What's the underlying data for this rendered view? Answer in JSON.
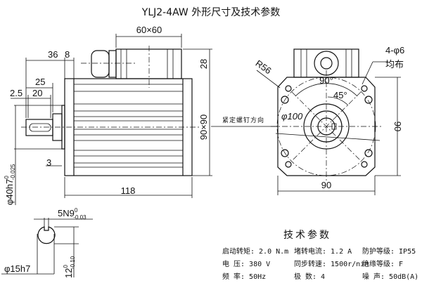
{
  "title": "YLJ2-4AW 外形尺寸及技术参数",
  "side_view": {
    "dim_box": "60×60",
    "dim_36": "36",
    "dim_8": "8",
    "dim_25": "25",
    "dim_20": "20",
    "dim_2_5": "2.5",
    "dim_28": "28",
    "dim_90x90": "90×90",
    "dim_118": "118",
    "dim_3": "3",
    "dim_shaft": "φ40h7",
    "dim_shaft_tol_upper": "0",
    "dim_shaft_tol_lower": "-0.025"
  },
  "front_view": {
    "dim_r56": "R56",
    "dim_holes": "4-φ6",
    "dim_holes_note": "均布",
    "dim_90deg": "90°",
    "dim_45deg": "45°",
    "dim_phi100": "φ100",
    "screw_direction_label": "紧定螺钉方向",
    "dim_90_v": "90",
    "dim_90_h": "90"
  },
  "key_section": {
    "dim_key": "5N9",
    "dim_key_tol_upper": "0",
    "dim_key_tol_lower": "-0.03",
    "dim_shaft": "φ15h7",
    "dim_depth": "12",
    "dim_depth_tol_upper": "0",
    "dim_depth_tol_lower": "-0.10"
  },
  "specs": {
    "title": "技术参数",
    "rows": [
      [
        "启动转矩: 2.0 N.m",
        "堵转电流: 1.2 A",
        "防护等级: IP55"
      ],
      [
        "电    压: 380  V",
        "同步转速: 1500r/nin",
        "绝缘等级: F"
      ],
      [
        "频    率: 50Hz",
        "极    数: 4",
        "噪    声: 50dB(A)"
      ]
    ]
  }
}
